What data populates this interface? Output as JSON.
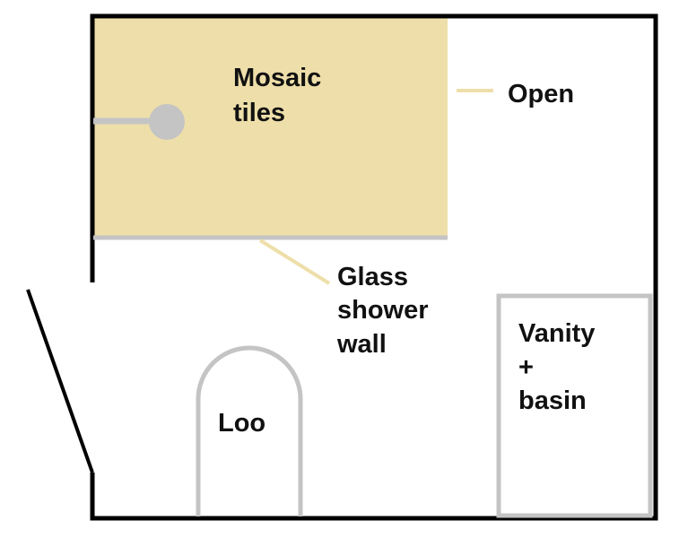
{
  "labels": {
    "mosaic": [
      "Mosaic",
      "tiles"
    ],
    "open": "Open",
    "glass": [
      "Glass",
      "shower",
      "wall"
    ],
    "vanity": [
      "Vanity",
      "+",
      "basin"
    ],
    "loo": "Loo"
  },
  "colors": {
    "wall": "#000000",
    "tile": "#eedfaa",
    "fixture": "#c4c4c4",
    "leader": "#eedfaa",
    "text": "#111111"
  }
}
